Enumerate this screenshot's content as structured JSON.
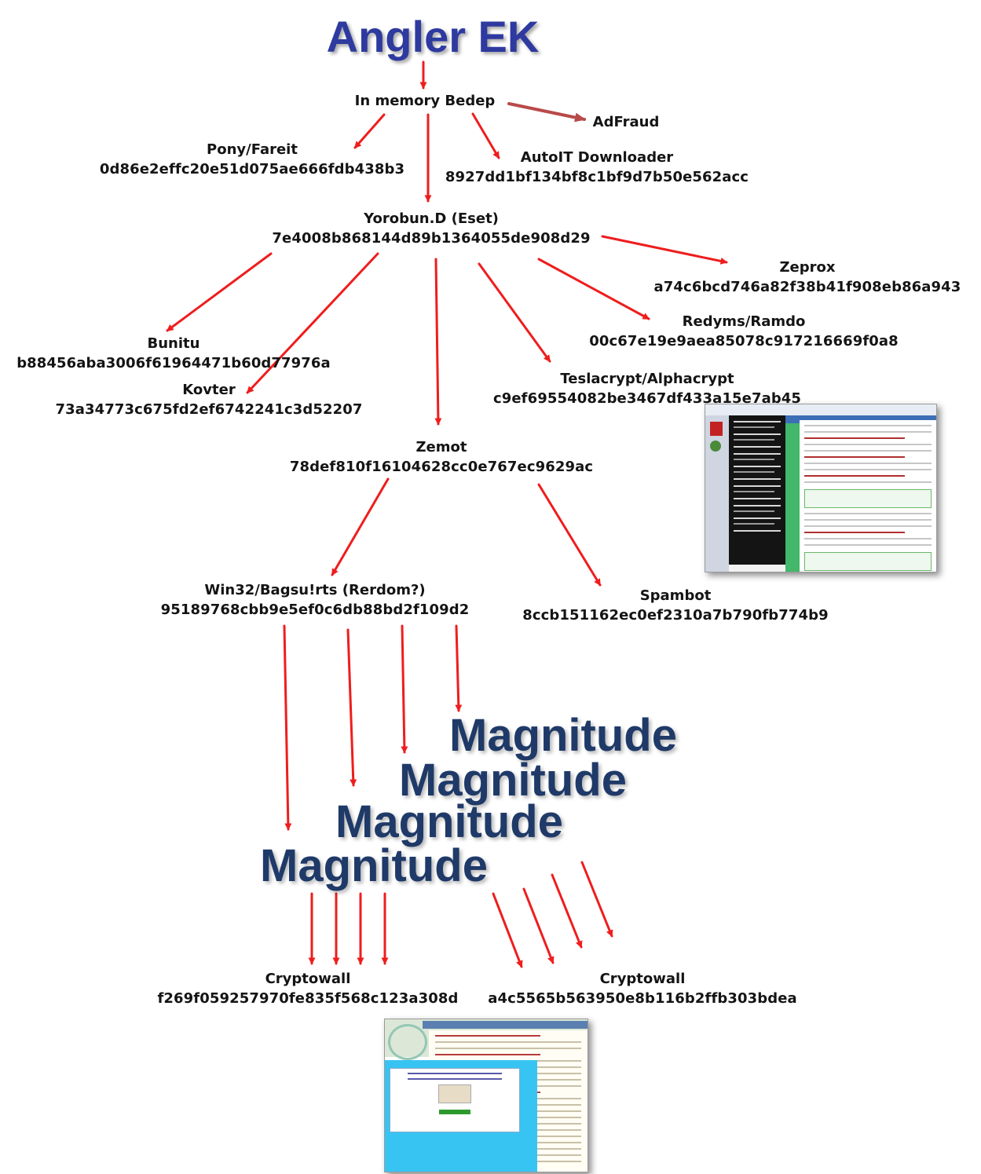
{
  "diagram": {
    "title": "Angler EK",
    "nodes": [
      {
        "id": "bedep",
        "label": "In memory Bedep",
        "hash": ""
      },
      {
        "id": "adfraud",
        "label": "AdFraud",
        "hash": ""
      },
      {
        "id": "pony",
        "label": "Pony/Fareit",
        "hash": "0d86e2effc20e51d075ae666fdb438b3"
      },
      {
        "id": "autoit",
        "label": "AutoIT Downloader",
        "hash": "8927dd1bf134bf8c1bf9d7b50e562acc"
      },
      {
        "id": "yorobun",
        "label": "Yorobun.D (Eset)",
        "hash": "7e4008b868144d89b1364055de908d29"
      },
      {
        "id": "zeprox",
        "label": "Zeprox",
        "hash": "a74c6bcd746a82f38b41f908eb86a943"
      },
      {
        "id": "redyms",
        "label": "Redyms/Ramdo",
        "hash": "00c67e19e9aea85078c917216669f0a8"
      },
      {
        "id": "bunitu",
        "label": "Bunitu",
        "hash": "b88456aba3006f61964471b60d77976a"
      },
      {
        "id": "kovter",
        "label": "Kovter",
        "hash": "73a34773c675fd2ef6742241c3d52207"
      },
      {
        "id": "teslacrypt",
        "label": "Teslacrypt/Alphacrypt",
        "hash": "c9ef69554082be3467df433a15e7ab45"
      },
      {
        "id": "zemot",
        "label": "Zemot",
        "hash": "78def810f16104628cc0e767ec9629ac"
      },
      {
        "id": "bagsu",
        "label": "Win32/Bagsu!rts (Rerdom?)",
        "hash": "95189768cbb9e5ef0c6db88bd2f109d2"
      },
      {
        "id": "spambot",
        "label": "Spambot",
        "hash": "8ccb151162ec0ef2310a7b790fb774b9"
      },
      {
        "id": "cryptowall1",
        "label": "Cryptowall",
        "hash": "f269f059257970fe835f568c123a308d"
      },
      {
        "id": "cryptowall2",
        "label": "Cryptowall",
        "hash": "a4c5565b563950e8b116b2ffb303bdea"
      }
    ],
    "magnitude_labels": [
      "Magnitude",
      "Magnitude",
      "Magnitude",
      "Magnitude"
    ],
    "arrow_color": "#ef1d1d",
    "adfraud_arrow_color": "#b94a4a",
    "title_color": "#2e3a9f",
    "magnitude_color": "#1f3a68"
  }
}
